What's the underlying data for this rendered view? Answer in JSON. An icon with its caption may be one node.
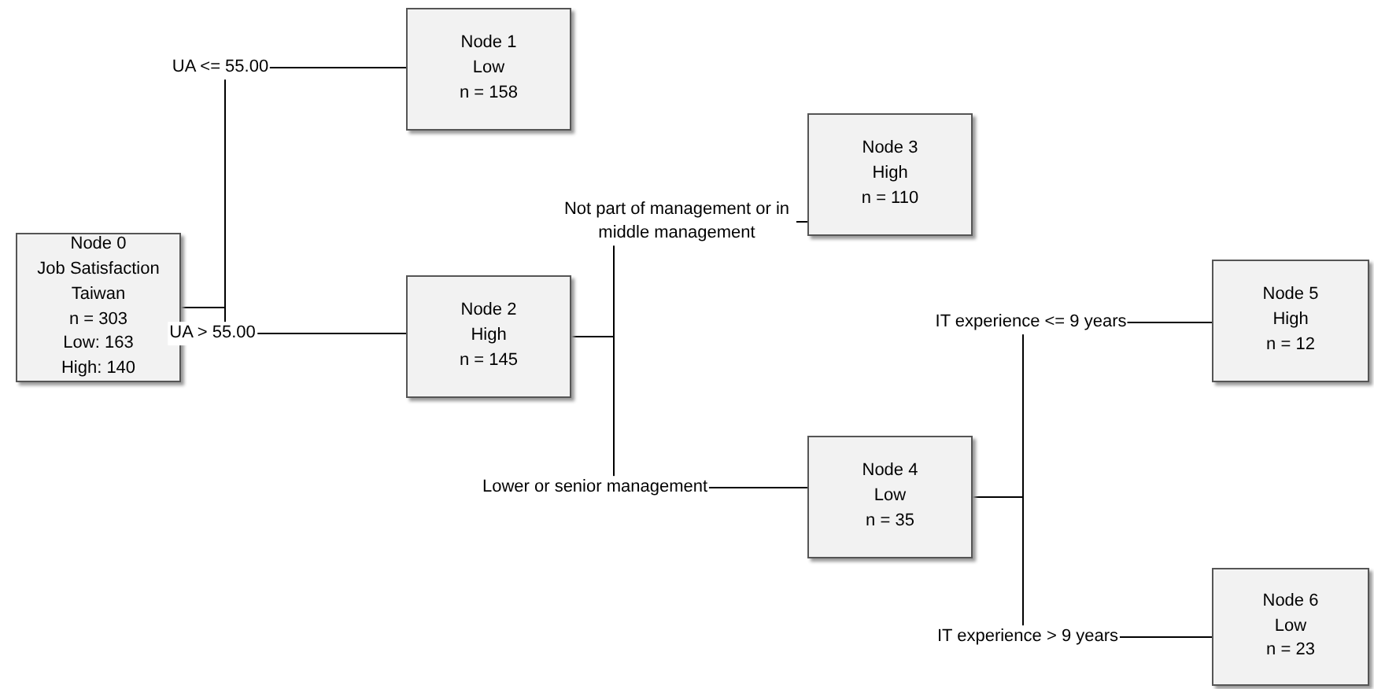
{
  "diagram": {
    "nodes": [
      {
        "text": [
          "Node 0",
          "Job Satisfaction",
          "Taiwan",
          "n = 303",
          "Low: 163",
          "High: 140"
        ]
      },
      {
        "text": [
          "Node 1",
          "Low",
          "n = 158"
        ]
      },
      {
        "text": [
          "Node 2",
          "High",
          "n = 145"
        ]
      },
      {
        "text": [
          "Node 3",
          "High",
          "n = 110"
        ]
      },
      {
        "text": [
          "Node 4",
          "Low",
          "n = 35"
        ]
      },
      {
        "text": [
          "Node 5",
          "High",
          "n = 12"
        ]
      },
      {
        "text": [
          "Node 6",
          "Low",
          "n = 23"
        ]
      }
    ],
    "edges": [
      {
        "from": 0,
        "to": 1,
        "arrow": "none",
        "label": "UA <= 55.00"
      },
      {
        "from": 0,
        "to": 2,
        "arrow": "none",
        "label": "UA > 55.00"
      },
      {
        "from": 2,
        "to": 3,
        "arrow": "none",
        "label": "Not part of management or in middle management"
      },
      {
        "from": 2,
        "to": 4,
        "arrow": "none",
        "label": "Lower or senior management"
      },
      {
        "from": 4,
        "to": 5,
        "arrow": "none",
        "label": "IT experience <= 9 years"
      },
      {
        "from": 4,
        "to": 6,
        "arrow": "none",
        "label": "IT experience > 9 years"
      }
    ]
  }
}
